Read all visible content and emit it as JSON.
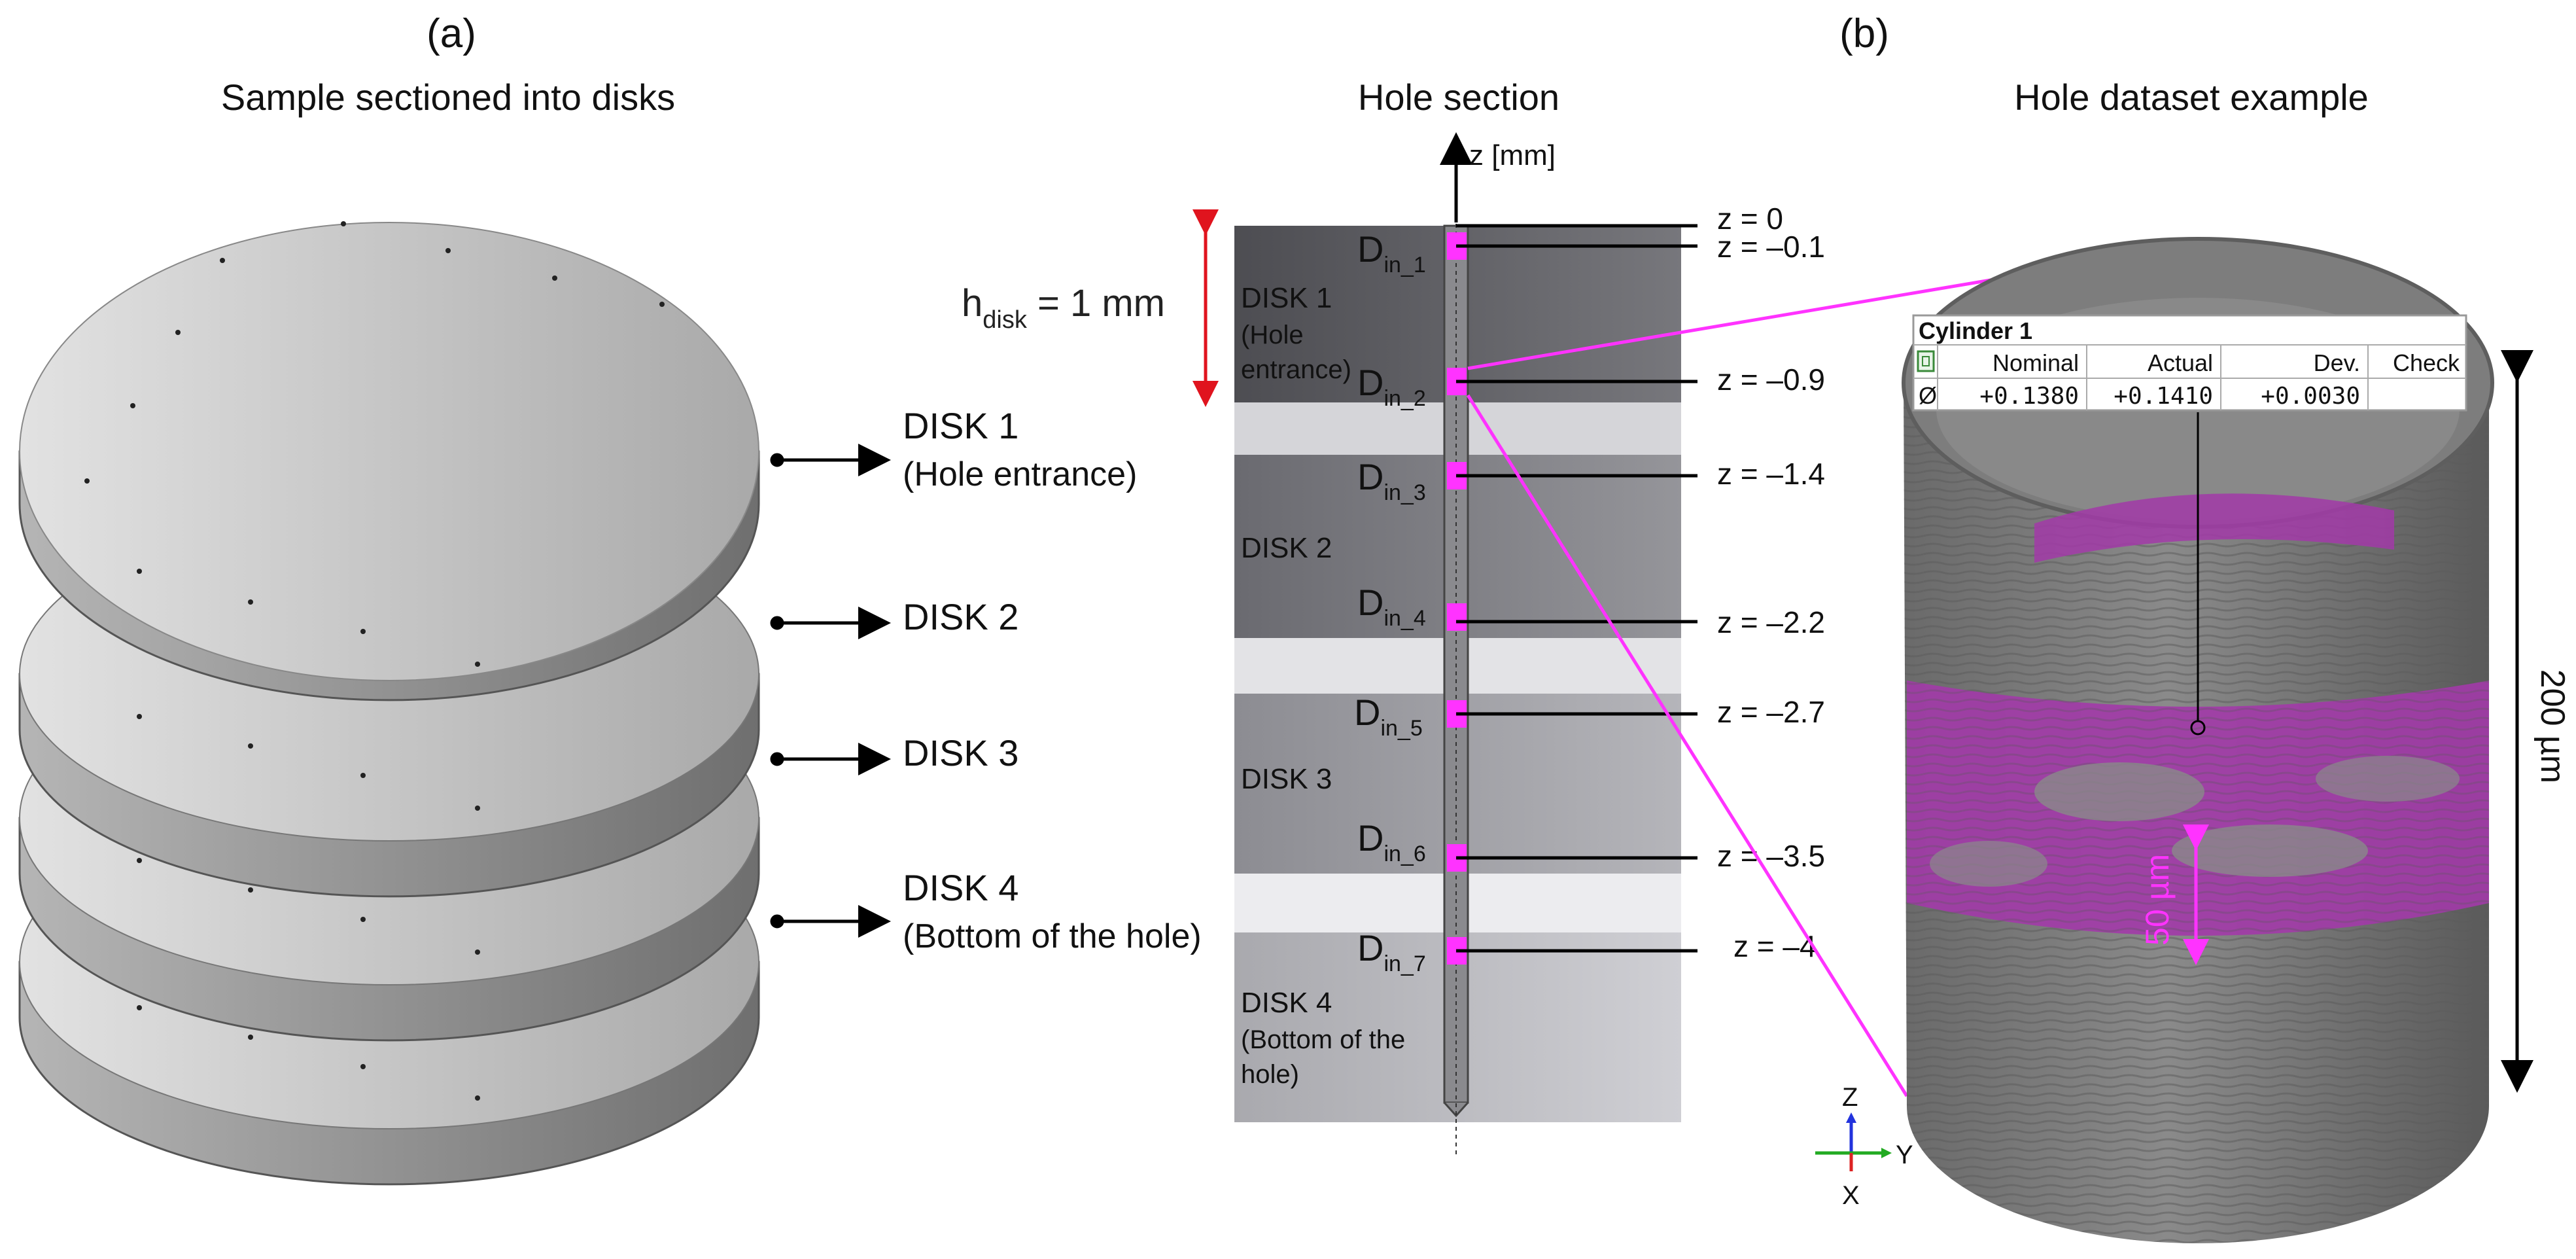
{
  "panel_a": {
    "tag": "(a)",
    "title": "Sample sectioned into disks",
    "disks": [
      {
        "label": "DISK 1",
        "sub": "(Hole entrance)"
      },
      {
        "label": "DISK 2",
        "sub": ""
      },
      {
        "label": "DISK 3",
        "sub": ""
      },
      {
        "label": "DISK 4",
        "sub": "(Bottom of the hole)"
      }
    ]
  },
  "hole_section": {
    "title": "Hole section",
    "axis_label": "z [mm]",
    "h_disk_main": "h",
    "h_disk_sub": "disk",
    "h_disk_value": " = 1 mm",
    "din_main": "D",
    "din_subs": [
      "in_1",
      "in_2",
      "in_3",
      "in_4",
      "in_5",
      "in_6",
      "in_7"
    ],
    "z_labels": [
      "z = 0",
      "z = –0.1",
      "z = –0.9",
      "z = –1.4",
      "z = –2.2",
      "z = –2.7",
      "z = –3.5",
      "z = –4"
    ],
    "disk1_lines": [
      "DISK 1",
      "(Hole",
      "entrance)"
    ],
    "disk2_lines": [
      "DISK 2"
    ],
    "disk3_lines": [
      "DISK 3"
    ],
    "disk4_lines": [
      "DISK 4",
      "(Bottom of the",
      "hole)"
    ]
  },
  "panel_b": {
    "tag": "(b)",
    "title": "Hole dataset example",
    "table": {
      "title": "Cylinder 1",
      "headers": [
        "Nominal",
        "Actual",
        "Dev.",
        "Check"
      ],
      "row_symbol": "Ø",
      "values": [
        "+0.1380",
        "+0.1410",
        "+0.0030",
        ""
      ]
    },
    "band_label": "50 µm",
    "height_label": "200 µm",
    "axes": {
      "z": "Z",
      "y": "Y",
      "x": "X"
    }
  },
  "colors": {
    "magenta": "#ff33ff",
    "red_arrow": "#e0141e",
    "disk_top": "#c9c9c9",
    "disk_side": "#8c8c8c",
    "cylinder": "#6e6e6e",
    "band_purple": "#a23aa8"
  }
}
